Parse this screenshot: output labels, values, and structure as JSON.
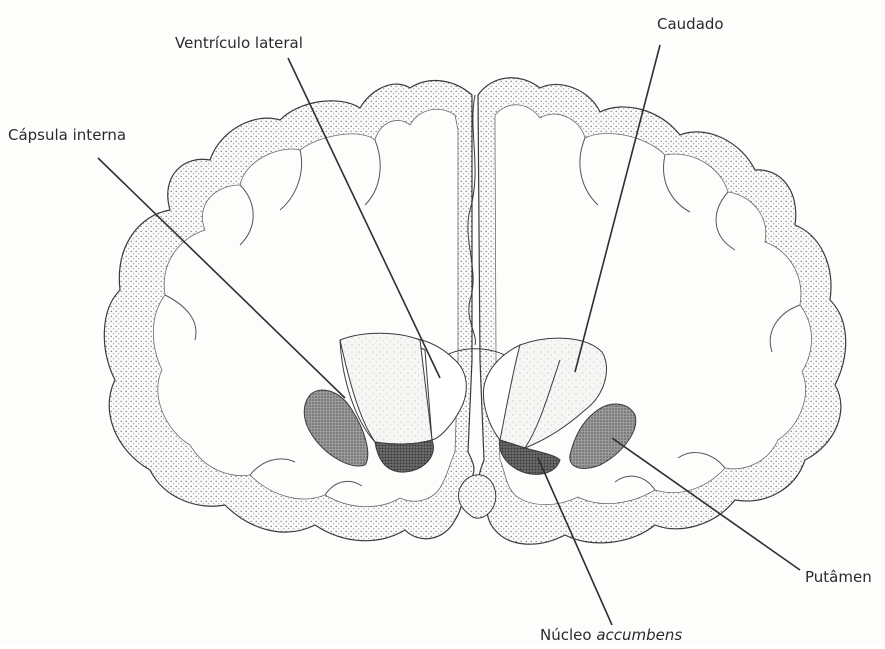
{
  "diagram": {
    "labels": {
      "ventriculo_lateral": "Ventrículo lateral",
      "caudado": "Caudado",
      "capsula_interna": "Cápsula interna",
      "putamen": "Putâmen",
      "nucleo_prefix": "Núcleo ",
      "nucleo_accumbens_italic": "accumbens"
    },
    "colors": {
      "outline": "#3a3a3a",
      "cortex_stipple": "#8a8a8a",
      "caudate_fill": "#f3f3f1",
      "accumbens_fill": "#6e6e6e",
      "putamen_fill": "#bdbdbd",
      "leader_line": "#2f2f2f"
    }
  }
}
